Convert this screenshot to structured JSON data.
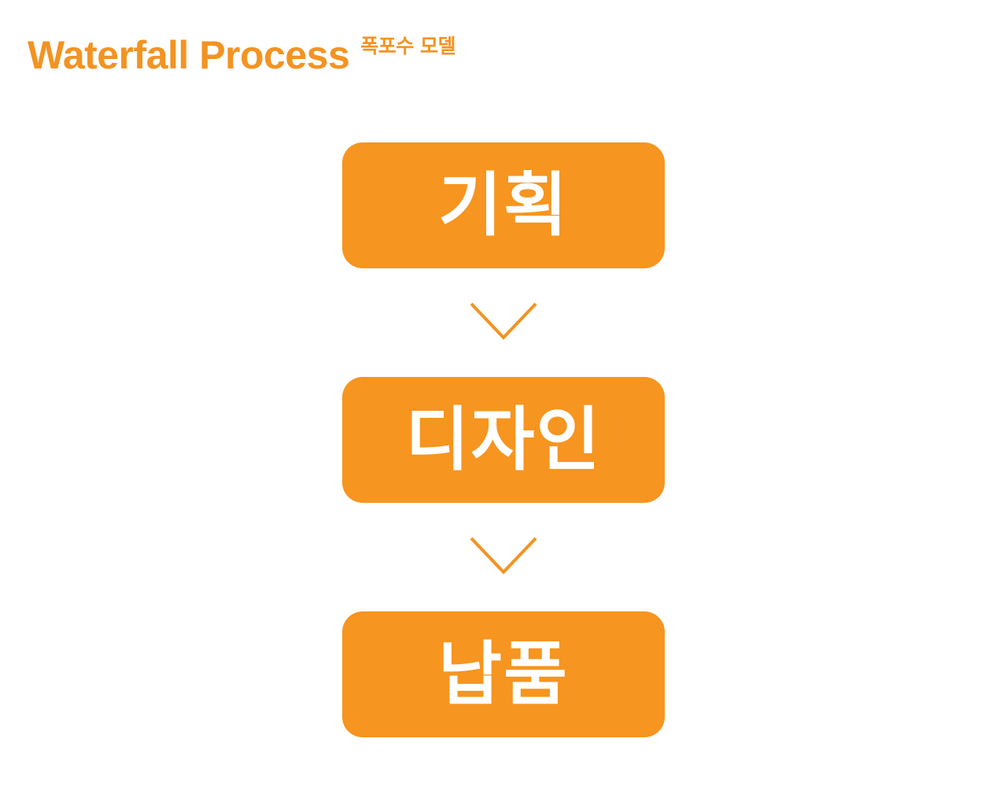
{
  "header": {
    "title": "Waterfall Process",
    "subtitle": "폭포수 모델"
  },
  "steps": [
    {
      "label": "기획"
    },
    {
      "label": "디자인"
    },
    {
      "label": "납품"
    }
  ],
  "icons": {
    "arrow": "chevron-down-icon"
  },
  "colors": {
    "accent": "#F39321",
    "box_fill": "#F6951F",
    "box_text": "#FFFFFF",
    "background": "#FFFFFF"
  }
}
